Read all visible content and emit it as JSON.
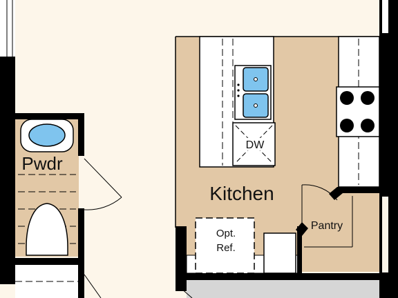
{
  "colors": {
    "background": "#fdf6ea",
    "floor_tan": "#e2c8a6",
    "wall": "#000000",
    "counter": "#ffffff",
    "sink_basin": "#7fc4ee",
    "garage_gray": "#d6d6d6"
  },
  "rooms": {
    "kitchen": "Kitchen",
    "powder": "Pwdr",
    "pantry": "Pantry"
  },
  "fixtures": {
    "dishwasher": "DW",
    "opt_ref_line1": "Opt.",
    "opt_ref_line2": "Ref."
  },
  "icons": {
    "cooktop": "cooktop-icon",
    "sink": "double-sink-icon",
    "toilet": "toilet-icon",
    "lavatory": "lavatory-sink-icon"
  }
}
